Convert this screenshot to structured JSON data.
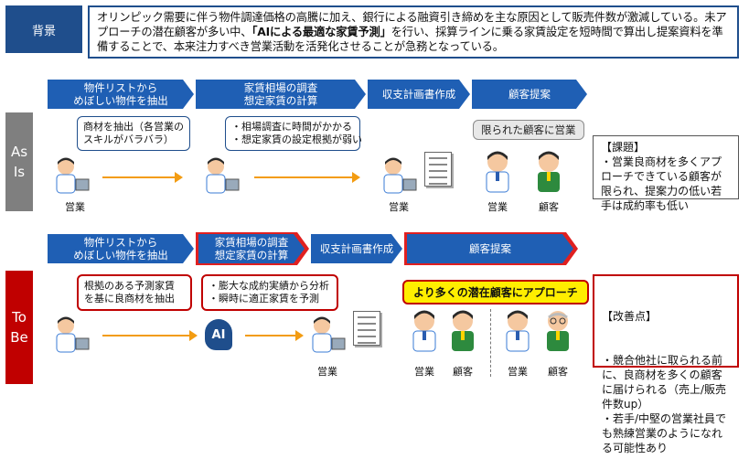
{
  "background": {
    "label": "背景",
    "text_part1": "オリンピック需要に伴う物件調達価格の高騰に加え、銀行による融資引き締めを主な原因として販売件数が激減している。未アプローチの潜在顧客が多い中、",
    "text_bold": "「AIによる最適な家賃予測」",
    "text_part2": "を行い、採算ラインに乗る家賃設定を短時間で算出し提案資料を準備することで、本来注力すべき営業活動を活発化させることが急務となっている。"
  },
  "asis": {
    "label_line1": "As",
    "label_line2": "Is",
    "steps": [
      "物件リストから\nめぼしい物件を抽出",
      "家賃相場の調査\n想定家賃の計算",
      "収支計画書作成",
      "顧客提案"
    ],
    "bubble1": "商材を抽出（各営業の\nスキルがバラバラ）",
    "bubble2": "・相場調査に時間がかかる\n・想定家賃の設定根拠が弱い",
    "limited_label": "限られた顧客に営業",
    "captions": {
      "sales1": "営業",
      "sales2": "営業",
      "sales3": "営業",
      "customer": "顧客"
    },
    "note_title": "【課題】",
    "note_body": "・営業良商材を多くアプローチできている顧客が限られ、提案力の低い若手は成約率も低い"
  },
  "tobe": {
    "label_line1": "To",
    "label_line2": "Be",
    "steps": [
      "物件リストから\nめぼしい物件を抽出",
      "家賃相場の調査\n想定家賃の計算",
      "収支計画書作成",
      "顧客提案"
    ],
    "bubble1": "根拠のある予測家賃\nを基に良商材を抽出",
    "bubble2": "・膨大な成約実績から分析\n・瞬時に適正家賃を予測",
    "highlight": "より多くの潜在顧客にアプローチ",
    "ai_label": "AI",
    "captions": {
      "sales1": "営業",
      "sales2": "営業",
      "customer1": "顧客",
      "sales3": "営業",
      "customer2": "顧客"
    },
    "note_title": "【改善点】",
    "note_body": "・競合他社に取られる前に、良商材を多くの顧客に届けられる（売上/販売件数up）\n・若手/中堅の営業社員でも熟練営業のようになれる可能性あり"
  },
  "colors": {
    "navy": "#1f4e8c",
    "chevron_blue": "#1f5fb4",
    "red": "#c00000",
    "orange": "#f39c12",
    "gray": "#7f7f7f",
    "yellow": "#ffee00"
  }
}
